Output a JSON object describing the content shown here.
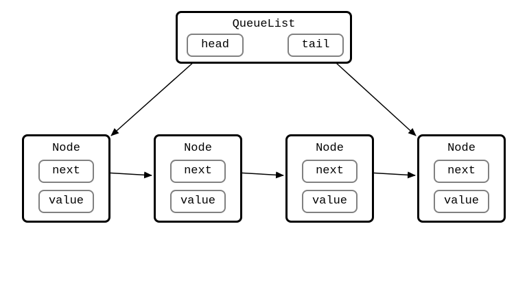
{
  "queue_list": {
    "title": "QueueList",
    "head_label": "head",
    "tail_label": "tail"
  },
  "nodes": [
    {
      "title": "Node",
      "next_label": "next",
      "value_label": "value"
    },
    {
      "title": "Node",
      "next_label": "next",
      "value_label": "value"
    },
    {
      "title": "Node",
      "next_label": "next",
      "value_label": "value"
    },
    {
      "title": "Node",
      "next_label": "next",
      "value_label": "value"
    }
  ],
  "colors": {
    "outer_border": "#000000",
    "field_border": "#808080",
    "arrow": "#000000",
    "background": "#ffffff"
  }
}
